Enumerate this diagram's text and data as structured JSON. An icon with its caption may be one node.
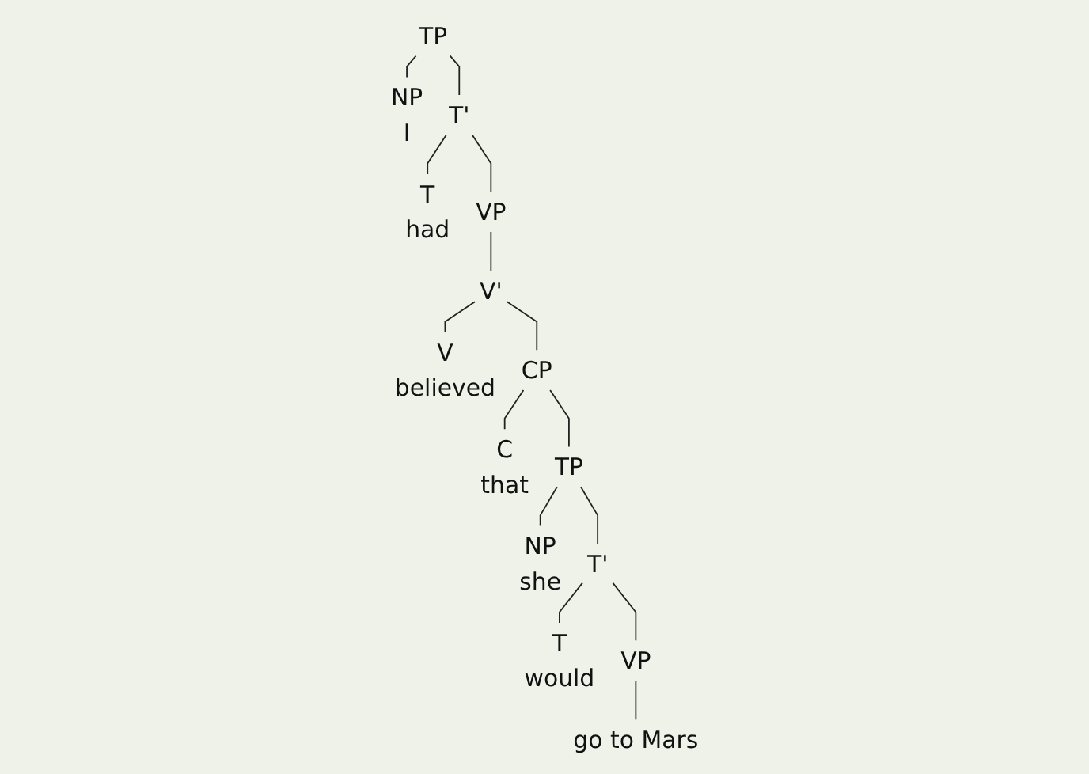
{
  "diagram": {
    "nodes": [
      {
        "text": [
          "TP"
        ]
      },
      {
        "text": [
          "NP",
          "I"
        ]
      },
      {
        "text": [
          "T'"
        ]
      },
      {
        "text": [
          "T",
          "had"
        ]
      },
      {
        "text": [
          "VP"
        ]
      },
      {
        "text": [
          "V'"
        ]
      },
      {
        "text": [
          "V",
          "believed"
        ]
      },
      {
        "text": [
          "CP"
        ]
      },
      {
        "text": [
          "C",
          "that"
        ]
      },
      {
        "text": [
          "TP"
        ]
      },
      {
        "text": [
          "NP",
          "she"
        ]
      },
      {
        "text": [
          "T'"
        ]
      },
      {
        "text": [
          "T",
          "would"
        ]
      },
      {
        "text": [
          "VP"
        ]
      },
      {
        "text": [
          "go to Mars"
        ]
      }
    ],
    "edges": [
      {
        "from": 0,
        "to": 1,
        "arrow": "none"
      },
      {
        "from": 0,
        "to": 2,
        "arrow": "none"
      },
      {
        "from": 2,
        "to": 3,
        "arrow": "none"
      },
      {
        "from": 2,
        "to": 4,
        "arrow": "none"
      },
      {
        "from": 4,
        "to": 5,
        "arrow": "none"
      },
      {
        "from": 5,
        "to": 6,
        "arrow": "none"
      },
      {
        "from": 5,
        "to": 7,
        "arrow": "none"
      },
      {
        "from": 7,
        "to": 8,
        "arrow": "none"
      },
      {
        "from": 7,
        "to": 9,
        "arrow": "none"
      },
      {
        "from": 9,
        "to": 10,
        "arrow": "none"
      },
      {
        "from": 9,
        "to": 11,
        "arrow": "none"
      },
      {
        "from": 11,
        "to": 12,
        "arrow": "none"
      },
      {
        "from": 11,
        "to": 13,
        "arrow": "none"
      },
      {
        "from": 13,
        "to": 14,
        "arrow": "none"
      }
    ]
  }
}
